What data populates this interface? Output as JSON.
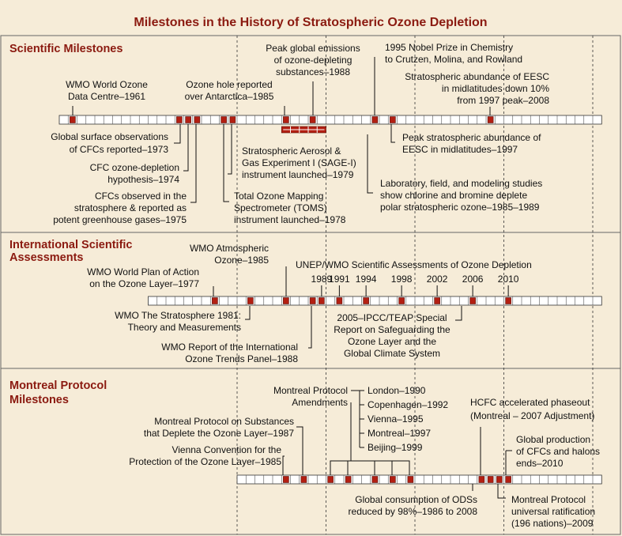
{
  "title": "Milestones in the History of Stratospheric Ozone Depletion",
  "colors": {
    "background": "#f6ecd8",
    "heading": "#8b1a10",
    "marker": "#b31f12"
  },
  "sections": {
    "scientific": {
      "heading": "Scientific Milestones",
      "labels": {
        "wmo_ozone_data": [
          "WMO World Ozone",
          "Data Centre–1961"
        ],
        "cfc_obs": [
          "Global surface observations",
          "of CFCs reported–1973"
        ],
        "cfc_hyp": [
          "CFC ozone-depletion",
          "hypothesis–1974"
        ],
        "cfc_ghg": [
          "CFCs observed in the",
          "stratosphere & reported as",
          "potent greenhouse gases–1975"
        ],
        "toms": [
          "Total Ozone Mapping",
          "Spectrometer (TOMS)",
          "instrument launched–1978"
        ],
        "sage": [
          "Stratospheric Aerosol &",
          "Gas Experiment I (SAGE-I)",
          "instrument launched–1979"
        ],
        "ozone_hole": [
          "Ozone hole reported",
          "over Antarctica–1985"
        ],
        "peak_emissions": [
          "Peak global emissions",
          "of ozone-depleting",
          "substances–1988"
        ],
        "lab_studies": [
          "Laboratory, field, and modeling studies",
          "show chlorine and bromine deplete",
          "polar stratospheric ozone–1985–1989"
        ],
        "nobel": [
          "1995 Nobel Prize in Chemistry",
          "to Crutzen, Molina, and Rowland"
        ],
        "peak_eesc": [
          "Peak stratospheric abundance of",
          "EESC in midlatitudes–1997"
        ],
        "eesc_down": [
          "Stratospheric abundance of EESC",
          "in midlatitudes down 10%",
          "from 1997 peak–2008"
        ]
      }
    },
    "assessments": {
      "heading": [
        "International Scientific",
        "Assessments"
      ],
      "labels": {
        "wmo_plan": [
          "WMO World Plan of Action",
          "on the Ozone Layer–1977"
        ],
        "wmo_1981": [
          "WMO The Stratosphere 1981:",
          "Theory and Measurements"
        ],
        "wmo_1985": [
          "WMO Atmospheric",
          "Ozone–1985"
        ],
        "wmo_trends": [
          "WMO Report of the International",
          "Ozone Trends Panel–1988"
        ],
        "unep_wmo": [
          "UNEP/WMO Scientific Assessments of Ozone Depletion"
        ],
        "ipcc": [
          "2005–IPCC/TEAP Special",
          "Report on Safeguarding the",
          "Ozone Layer and the",
          "Global Climate System"
        ]
      },
      "assessment_years": [
        "1989",
        "1991",
        "1994",
        "1998",
        "2002",
        "2006",
        "2010"
      ]
    },
    "montreal": {
      "heading": [
        "Montreal Protocol",
        "Milestones"
      ],
      "labels": {
        "vienna_conv": [
          "Vienna Convention for the",
          "Protection of the Ozone Layer–1985"
        ],
        "mp_1987": [
          "Montreal Protocol on Substances",
          "that Deplete the Ozone Layer–1987"
        ],
        "amendments": [
          "Montreal Protocol",
          "Amendments"
        ],
        "amend_list": [
          "London–1990",
          "Copenhagen–1992",
          "Vienna–1995",
          "Montreal–1997",
          "Beijing–1999"
        ],
        "hcfc": [
          "HCFC accelerated phaseout",
          "(Montreal – 2007 Adjustment)"
        ],
        "cfc_end": [
          "Global production",
          "of CFCs and halons",
          "ends–2010"
        ],
        "consumption": [
          "Global consumption of ODSs",
          "reduced by 98%–1986 to 2008"
        ],
        "ratification": [
          "Montreal Protocol",
          "universal ratification",
          "(196 nations)–2009"
        ]
      }
    }
  }
}
